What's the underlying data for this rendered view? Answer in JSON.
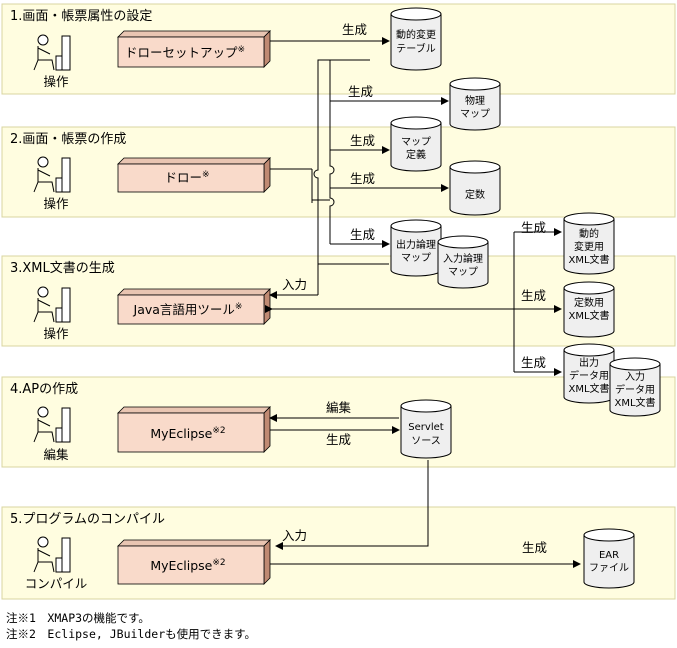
{
  "sections": [
    {
      "title": "1.画面・帳票属性の設定",
      "actor": "操作",
      "tool": "ドローセットアップ",
      "tool_sup": "※"
    },
    {
      "title": "2.画面・帳票の作成",
      "actor": "操作",
      "tool": "ドロー",
      "tool_sup": "※"
    },
    {
      "title": "3.XML文書の生成",
      "actor": "操作",
      "tool": "Java言語用ツール",
      "tool_sup": "※"
    },
    {
      "title": "4.APの作成",
      "actor": "編集",
      "tool": "MyEclipse",
      "tool_sup": "※2"
    },
    {
      "title": "5.プログラムのコンパイル",
      "actor": "コンパイル",
      "tool": "MyEclipse",
      "tool_sup": "※2"
    }
  ],
  "files": {
    "dynamic_table": [
      "動的変更",
      "テーブル"
    ],
    "physical_map": [
      "物理",
      "マップ"
    ],
    "map_def": [
      "マップ",
      "定義"
    ],
    "constants": [
      "定数"
    ],
    "output_map": [
      "出力論理",
      "マップ"
    ],
    "input_map": [
      "入力論理",
      "マップ"
    ],
    "dynamic_xml": [
      "動的",
      "変更用",
      "XML文書"
    ],
    "const_xml": [
      "定数用",
      "XML文書"
    ],
    "output_xml": [
      "出力",
      "データ用",
      "XML文書"
    ],
    "input_xml": [
      "入力",
      "データ用",
      "XML文書"
    ],
    "servlet": [
      "Servlet",
      "ソース"
    ],
    "ear": [
      "EAR",
      "ファイル"
    ]
  },
  "labels": {
    "generate": "生成",
    "input": "入力",
    "edit": "編集"
  },
  "notes": [
    "注※1　XMAP3の機能です。",
    "注※2　Eclipse, JBuilderも使用できます。"
  ]
}
